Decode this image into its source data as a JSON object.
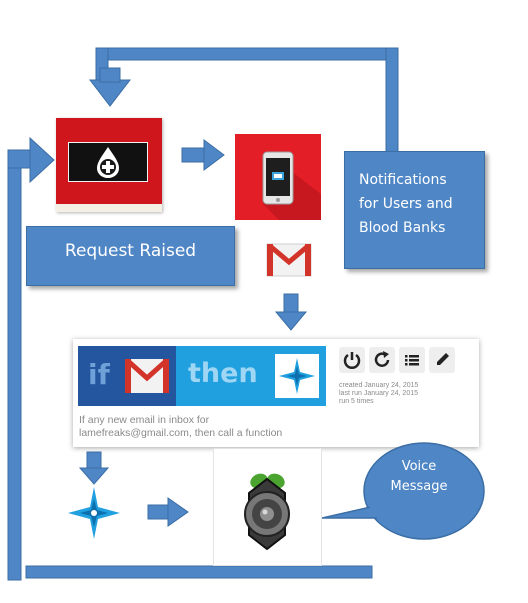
{
  "request_box": {
    "label": "Request Raised"
  },
  "notifications_box": {
    "line1": "Notifications",
    "line2": "for Users and",
    "line3": "Blood Banks"
  },
  "ifttt_card": {
    "if_text": "if",
    "then_text": "then",
    "meta_created": "created January 24, 2015",
    "meta_last_run": "last run January 24, 2015",
    "meta_runs": "run 5 times",
    "description_line1": "If any new email in inbox for",
    "description_line2": "lamefreaks@gmail.com, then call a function"
  },
  "voice_bubble": {
    "line1": "Voice",
    "line2": "Message"
  },
  "colors": {
    "flow_blue": "#4f86c6",
    "app_red": "#d0161d",
    "ifttt_dark_blue": "#24559f",
    "ifttt_cyan": "#21a0e0"
  },
  "icons": [
    "blood-drop-plus-icon",
    "mobile-phone-icon",
    "gmail-icon",
    "power-icon",
    "refresh-icon",
    "list-icon",
    "edit-icon",
    "maker-star-icon",
    "speaker-icon"
  ]
}
